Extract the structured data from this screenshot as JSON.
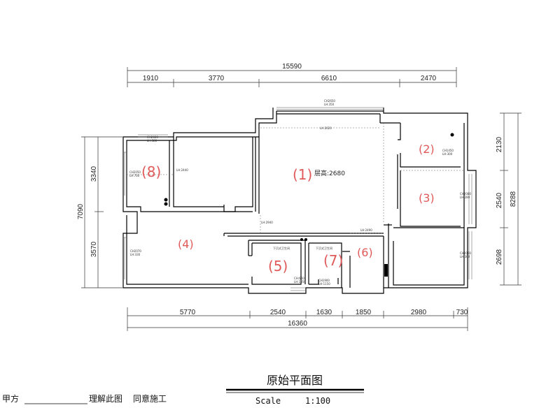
{
  "dimensions": {
    "top_total": "15590",
    "top": [
      "1910",
      "3770",
      "6610",
      "2470"
    ],
    "bottom": [
      "5770",
      "2540",
      "1630",
      "1850",
      "2980",
      "730"
    ],
    "bottom_total": "16360",
    "left_total": "7090",
    "left": [
      "3340",
      "3570"
    ],
    "right": [
      "2130",
      "2540",
      "2698"
    ],
    "right_total": "8288"
  },
  "rooms": {
    "r1": "(1)",
    "r2": "(2)",
    "r3": "(3)",
    "r4": "(4)",
    "r5": "(5)",
    "r6": "(6)",
    "r7": "(7)",
    "r8": "(8)"
  },
  "ceiling_height": "层高:2680",
  "title": "原始平面图",
  "scale_label": "Scale",
  "scale_value": "1:100",
  "sign": {
    "party_a": "甲方",
    "understand": "理解此图",
    "agree": "同意施工"
  },
  "colors": {
    "room_label": "#e05a5a",
    "wall": "#000000",
    "dim_line": "#333333"
  }
}
